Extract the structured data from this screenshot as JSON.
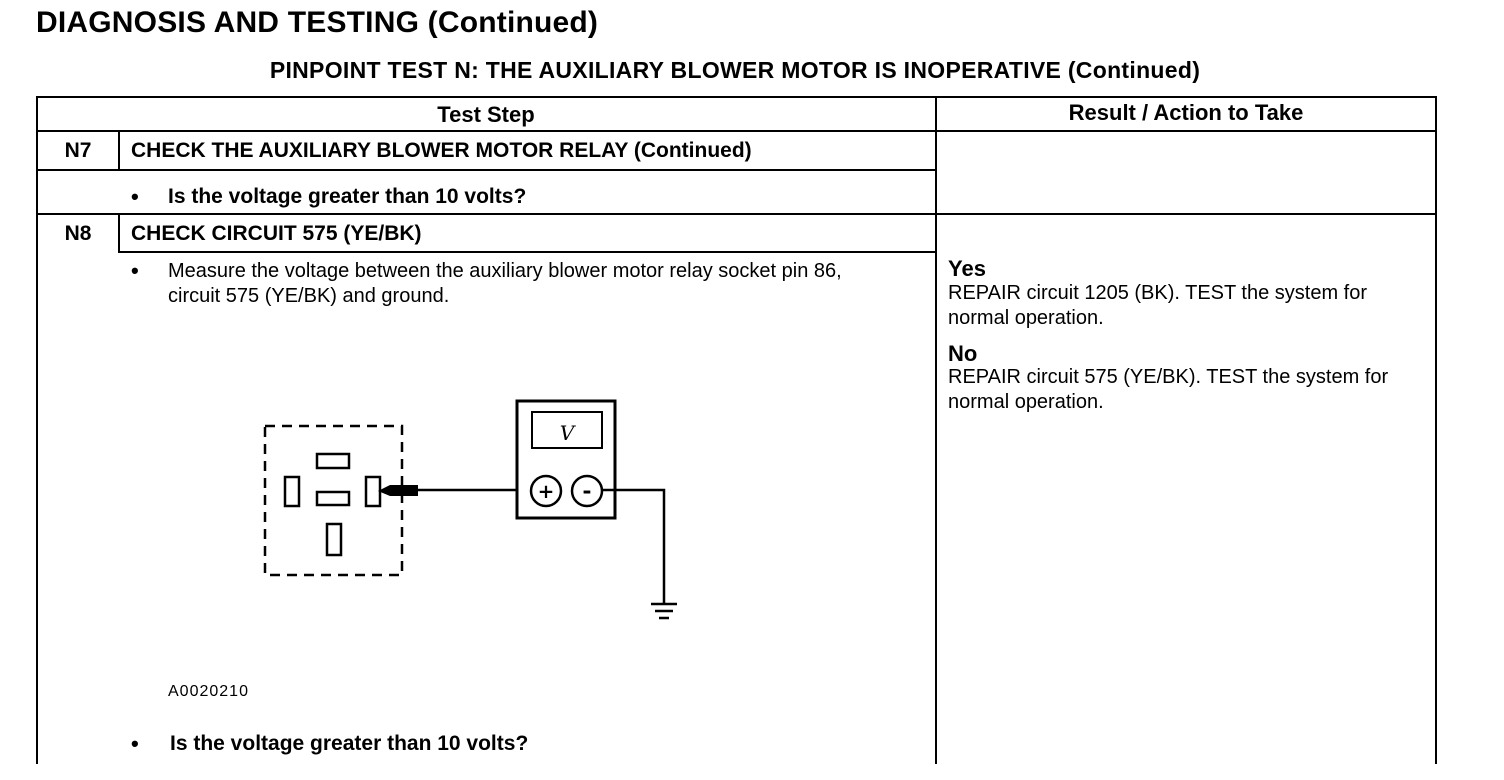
{
  "header": {
    "title": "DIAGNOSIS AND TESTING (Continued)",
    "subtitle": "PINPOINT TEST N: THE AUXILIARY BLOWER MOTOR IS INOPERATIVE (Continued)"
  },
  "table": {
    "col_test_step": "Test Step",
    "col_result": "Result / Action to Take"
  },
  "steps": [
    {
      "id": "N7",
      "title": "CHECK THE AUXILIARY BLOWER MOTOR RELAY (Continued)",
      "question": "Is the voltage greater than 10 volts?"
    },
    {
      "id": "N8",
      "title": "CHECK CIRCUIT 575 (YE/BK)",
      "instruction": "Measure the voltage between the auxiliary blower motor relay socket pin 86, circuit 575 (YE/BK) and ground.",
      "question": "Is the voltage greater than 10 volts?",
      "figure": {
        "id": "A0020210",
        "meter_symbol": "V",
        "plus": "+",
        "minus": "-"
      },
      "results": [
        {
          "label": "Yes",
          "action": "REPAIR circuit 1205 (BK). TEST the system for normal operation."
        },
        {
          "label": "No",
          "action": "REPAIR circuit 575 (YE/BK). TEST the system for normal operation."
        }
      ]
    }
  ],
  "bullet_glyph": "•"
}
